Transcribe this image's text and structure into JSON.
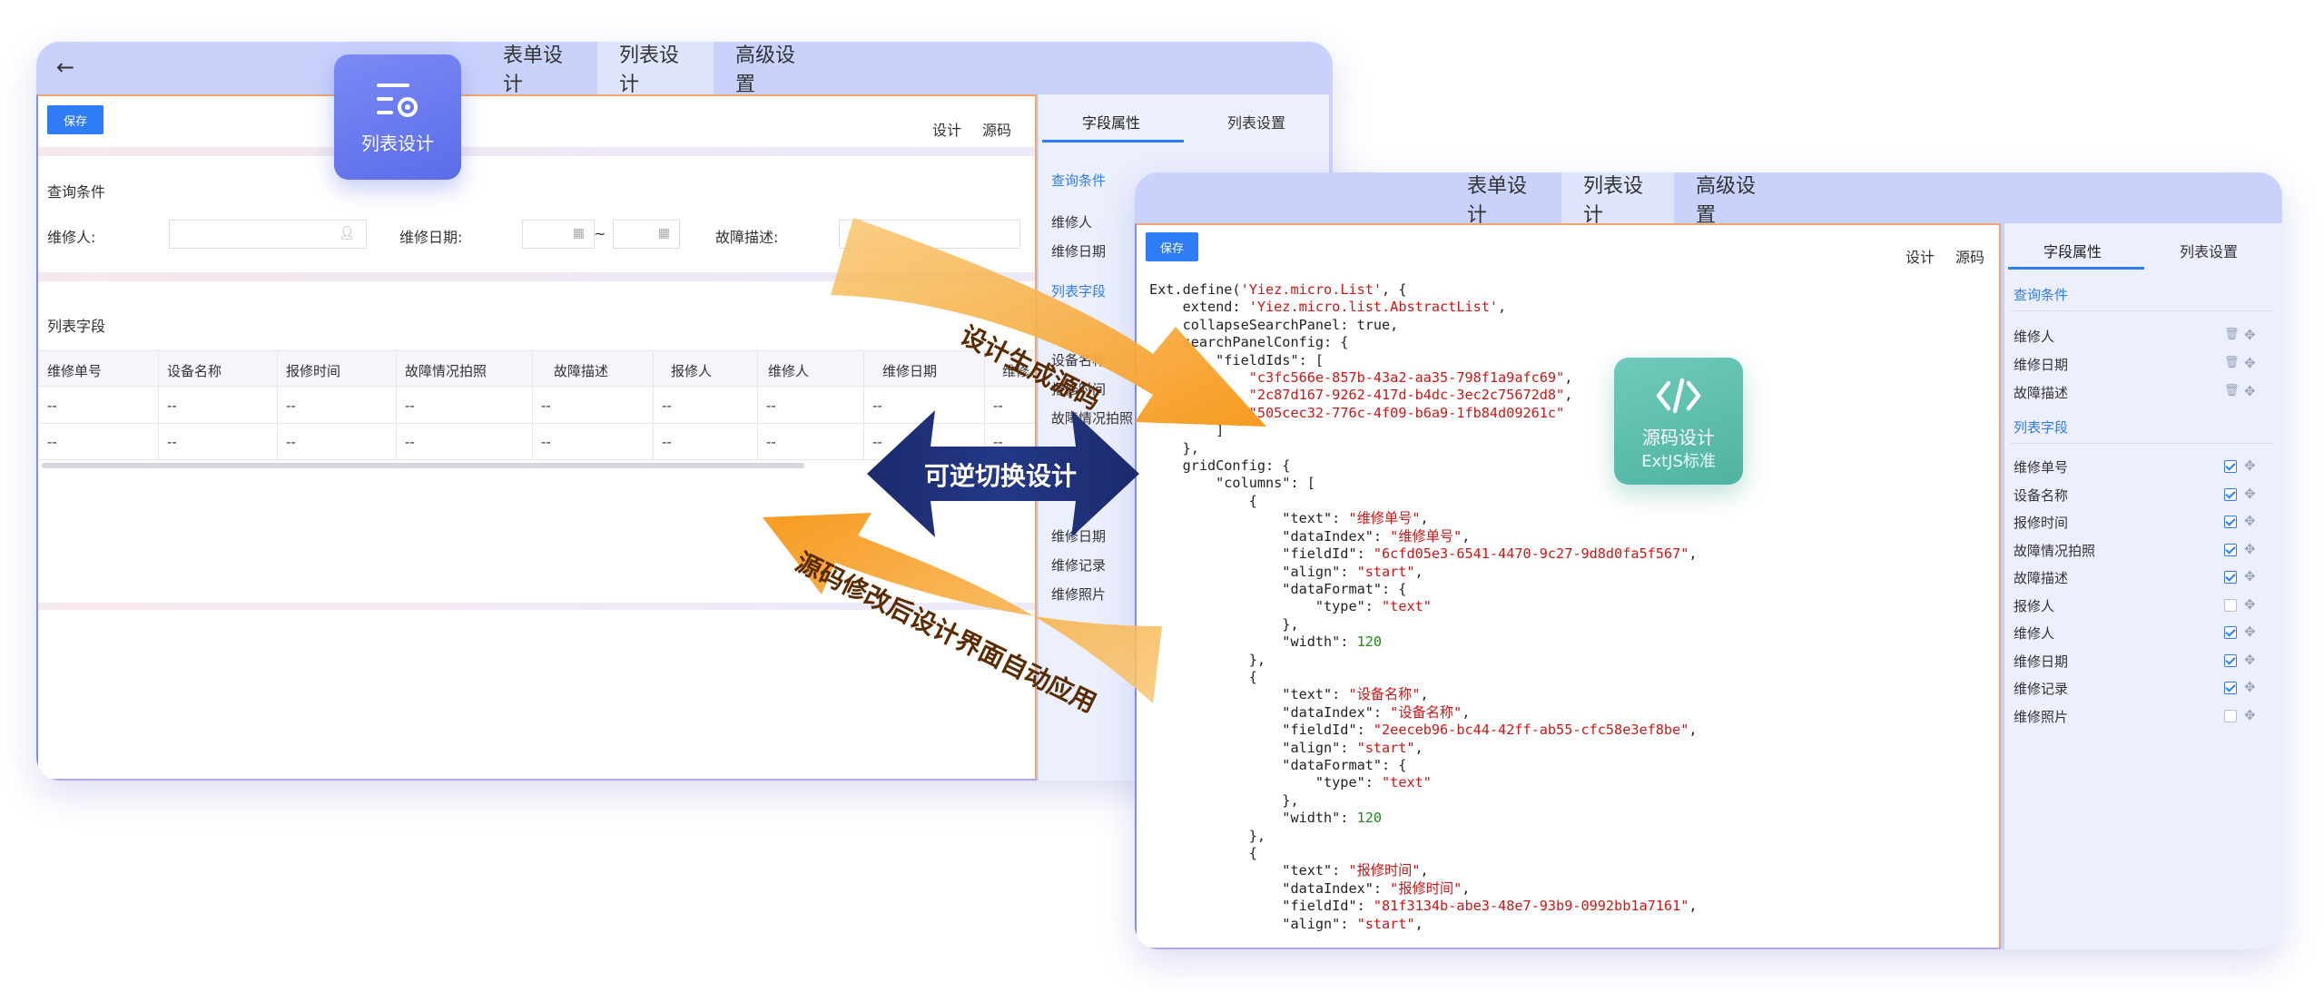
{
  "left_window": {
    "back_icon": "arrow-left-icon",
    "tabs": [
      "表单设计",
      "列表设计",
      "高级设置"
    ],
    "save_label": "保存",
    "design_link": "设计",
    "source_link": "源码",
    "query_section_title": "查询条件",
    "query_fields": {
      "repairer_label": "维修人:",
      "date_label": "维修日期:",
      "date_separator": "~",
      "fault_label": "故障描述:"
    },
    "list_section_title": "列表字段",
    "table": {
      "columns": [
        "维修单号",
        "设备名称",
        "报修时间",
        "故障情况拍照",
        "故障描述",
        "报修人",
        "维修人",
        "维修日期",
        "维修"
      ],
      "rows": [
        [
          "--",
          "--",
          "--",
          "--",
          "--",
          "--",
          "--",
          "--",
          "--"
        ],
        [
          "--",
          "--",
          "--",
          "--",
          "--",
          "--",
          "--",
          "--",
          "--"
        ]
      ]
    },
    "sidebar": {
      "tabs": [
        "字段属性",
        "列表设置"
      ],
      "query_title": "查询条件",
      "query_items": [
        "维修人",
        "维修日期"
      ],
      "list_title": "列表字段",
      "partial_items": [
        "设备名称",
        "报修时间",
        "故障情况拍照"
      ],
      "lower_items": [
        "维修日期",
        "维修记录",
        "维修照片"
      ]
    }
  },
  "badge_list_design": {
    "icon": "list-settings-icon",
    "label": "列表设计"
  },
  "badge_source_design": {
    "icon": "code-icon",
    "title": "源码设计",
    "subtitle": "ExtJS标准"
  },
  "arrows": {
    "top_label": "设计生成源码",
    "middle_label": "可逆切换设计",
    "bottom_label": "源码修改后设计界面自动应用"
  },
  "right_window": {
    "tabs": [
      "表单设计",
      "列表设计",
      "高级设置"
    ],
    "save_label": "保存",
    "design_link": "设计",
    "source_link": "源码",
    "code_lines": [
      "Ext.define('Yiez.micro.List', {",
      "    extend: 'Yiez.micro.list.AbstractList',",
      "    collapseSearchPanel: true,",
      "    searchPanelConfig: {",
      "        \"fieldIds\": [",
      "            \"c3fc566e-857b-43a2-aa35-798f1a9afc69\",",
      "            \"2c87d167-9262-417d-b4dc-3ec2c75672d8\",",
      "            \"505cec32-776c-4f09-b6a9-1fb84d09261c\"",
      "        ]",
      "    },",
      "    gridConfig: {",
      "        \"columns\": [",
      "            {",
      "                \"text\": \"维修单号\",",
      "                \"dataIndex\": \"维修单号\",",
      "                \"fieldId\": \"6cfd05e3-6541-4470-9c27-9d8d0fa5f567\",",
      "                \"align\": \"start\",",
      "                \"dataFormat\": {",
      "                    \"type\": \"text\"",
      "                },",
      "                \"width\": 120",
      "            },",
      "            {",
      "                \"text\": \"设备名称\",",
      "                \"dataIndex\": \"设备名称\",",
      "                \"fieldId\": \"2eeceb96-bc44-42ff-ab55-cfc58e3ef8be\",",
      "                \"align\": \"start\",",
      "                \"dataFormat\": {",
      "                    \"type\": \"text\"",
      "                },",
      "                \"width\": 120",
      "            },",
      "            {",
      "                \"text\": \"报修时间\",",
      "                \"dataIndex\": \"报修时间\",",
      "                \"fieldId\": \"81f3134b-abe3-48e7-93b9-0992bb1a7161\",",
      "                \"align\": \"start\","
    ],
    "sidebar": {
      "tabs": [
        "字段属性",
        "列表设置"
      ],
      "query_title": "查询条件",
      "query_items": [
        "维修人",
        "维修日期",
        "故障描述"
      ],
      "list_title": "列表字段",
      "list_items": [
        {
          "label": "维修单号",
          "checked": true
        },
        {
          "label": "设备名称",
          "checked": true
        },
        {
          "label": "报修时间",
          "checked": true
        },
        {
          "label": "故障情况拍照",
          "checked": true
        },
        {
          "label": "故障描述",
          "checked": true
        },
        {
          "label": "报修人",
          "checked": false
        },
        {
          "label": "维修人",
          "checked": true
        },
        {
          "label": "维修日期",
          "checked": true
        },
        {
          "label": "维修记录",
          "checked": true
        },
        {
          "label": "维修照片",
          "checked": false
        }
      ]
    }
  },
  "colors": {
    "window_bg": "#c9d2fb",
    "accent_blue": "#2e7cf6",
    "badge_purple": "#6c7cf0",
    "badge_teal": "#5bbfae",
    "arrow_orange": "#f7a12c",
    "arrow_navy": "#1d2b6b"
  }
}
